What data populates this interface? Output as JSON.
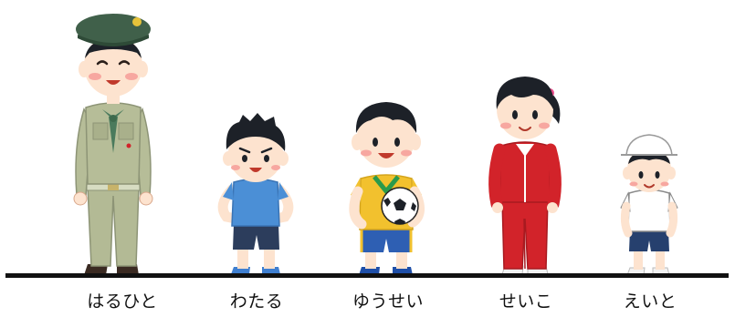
{
  "characters": [
    {
      "name": "はるひと",
      "role": "scout leader"
    },
    {
      "name": "わたる",
      "role": "boy with hands on hips"
    },
    {
      "name": "ゆうせい",
      "role": "soccer boy"
    },
    {
      "name": "せいこ",
      "role": "girl in red tracksuit"
    },
    {
      "name": "えいと",
      "role": "boy in gym uniform"
    }
  ],
  "colors": {
    "skin": "#fde3cf",
    "cheek": "#f7a7a0",
    "hair": "#1d2128",
    "ground": "#111111",
    "scout_uniform": "#b6bd98",
    "scout_cap": "#40604a",
    "scarf": "#4a7a5c",
    "blue_shirt": "#4b8fd6",
    "navy_shorts": "#2c3d5c",
    "yellow_jersey": "#f2c12e",
    "green_collar": "#2b9a4b",
    "tracksuit_red": "#d2232a",
    "white_shirt": "#ffffff",
    "shorts_navy": "#26406e"
  }
}
